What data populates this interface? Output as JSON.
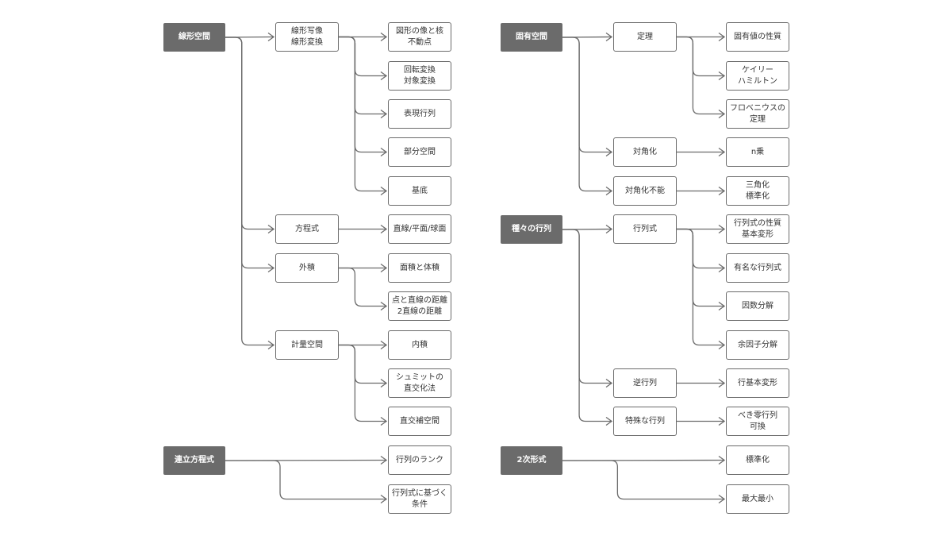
{
  "nodes": [
    {
      "id": "lin_space",
      "label": "線形空間"
    },
    {
      "id": "lin_map",
      "label": "線形写像\n線形変換"
    },
    {
      "id": "image_kernel",
      "label": "図形の像と核\n不動点"
    },
    {
      "id": "rotation",
      "label": "回転変換\n対象変換"
    },
    {
      "id": "rep_matrix",
      "label": "表現行列"
    },
    {
      "id": "subspace",
      "label": "部分空間"
    },
    {
      "id": "basis",
      "label": "基底"
    },
    {
      "id": "equation",
      "label": "方程式"
    },
    {
      "id": "line_plane",
      "label": "直線/平面/球面"
    },
    {
      "id": "cross",
      "label": "外積"
    },
    {
      "id": "area_vol",
      "label": "面積と体積"
    },
    {
      "id": "distance",
      "label": "点と直線の距離\n2直線の距離"
    },
    {
      "id": "metric",
      "label": "計量空間"
    },
    {
      "id": "inner",
      "label": "内積"
    },
    {
      "id": "schmidt",
      "label": "シュミットの\n直交化法"
    },
    {
      "id": "orth_comp",
      "label": "直交補空間"
    },
    {
      "id": "simul",
      "label": "連立方程式"
    },
    {
      "id": "rank",
      "label": "行列のランク"
    },
    {
      "id": "det_cond",
      "label": "行列式に基づく\n条件"
    },
    {
      "id": "eigen",
      "label": "固有空間"
    },
    {
      "id": "theorem",
      "label": "定理"
    },
    {
      "id": "eig_prop",
      "label": "固有値の性質"
    },
    {
      "id": "cayley",
      "label": "ケイリー\nハミルトン"
    },
    {
      "id": "frobenius",
      "label": "フロベニウスの\n定理"
    },
    {
      "id": "diag",
      "label": "対角化"
    },
    {
      "id": "npow",
      "label": "n乗"
    },
    {
      "id": "nondiag",
      "label": "対角化不能"
    },
    {
      "id": "triang",
      "label": "三角化\n標準化"
    },
    {
      "id": "matrices",
      "label": "種々の行列"
    },
    {
      "id": "det",
      "label": "行列式"
    },
    {
      "id": "det_prop",
      "label": "行列式の性質\n基本変形"
    },
    {
      "id": "famous_det",
      "label": "有名な行列式"
    },
    {
      "id": "factor",
      "label": "因数分解"
    },
    {
      "id": "cofactor",
      "label": "余因子分解"
    },
    {
      "id": "inverse",
      "label": "逆行列"
    },
    {
      "id": "elem_op",
      "label": "行基本変形"
    },
    {
      "id": "special",
      "label": "特殊な行列"
    },
    {
      "id": "nilpotent",
      "label": "べき零行列\n可換"
    },
    {
      "id": "quad",
      "label": "2次形式"
    },
    {
      "id": "std_form",
      "label": "標準化"
    },
    {
      "id": "maxmin",
      "label": "最大最小"
    }
  ],
  "edges": [
    [
      "lin_space",
      "lin_map"
    ],
    [
      "lin_space",
      "equation"
    ],
    [
      "lin_space",
      "cross"
    ],
    [
      "lin_space",
      "metric"
    ],
    [
      "lin_map",
      "image_kernel"
    ],
    [
      "lin_map",
      "rotation"
    ],
    [
      "lin_map",
      "rep_matrix"
    ],
    [
      "lin_map",
      "subspace"
    ],
    [
      "lin_map",
      "basis"
    ],
    [
      "equation",
      "line_plane"
    ],
    [
      "cross",
      "area_vol"
    ],
    [
      "cross",
      "distance"
    ],
    [
      "metric",
      "inner"
    ],
    [
      "metric",
      "schmidt"
    ],
    [
      "metric",
      "orth_comp"
    ],
    [
      "simul",
      "rank"
    ],
    [
      "simul",
      "det_cond"
    ],
    [
      "eigen",
      "theorem"
    ],
    [
      "eigen",
      "diag"
    ],
    [
      "eigen",
      "nondiag"
    ],
    [
      "theorem",
      "eig_prop"
    ],
    [
      "theorem",
      "cayley"
    ],
    [
      "theorem",
      "frobenius"
    ],
    [
      "diag",
      "npow"
    ],
    [
      "nondiag",
      "triang"
    ],
    [
      "matrices",
      "det"
    ],
    [
      "matrices",
      "inverse"
    ],
    [
      "matrices",
      "special"
    ],
    [
      "det",
      "det_prop"
    ],
    [
      "det",
      "famous_det"
    ],
    [
      "det",
      "factor"
    ],
    [
      "det",
      "cofactor"
    ],
    [
      "inverse",
      "elem_op"
    ],
    [
      "special",
      "nilpotent"
    ],
    [
      "quad",
      "std_form"
    ],
    [
      "quad",
      "maxmin"
    ]
  ],
  "colors": {
    "root_fill": "#6b6b6b",
    "root_text": "#ffffff",
    "box_border": "#6b6b6b",
    "box_text": "#333333",
    "line": "#6b6b6b"
  }
}
